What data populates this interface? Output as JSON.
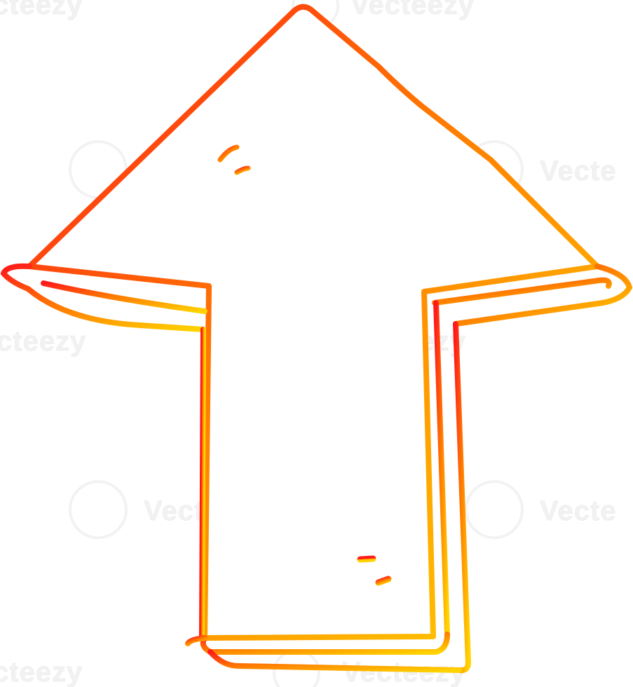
{
  "illustration": {
    "subject": "up-arrow-icon",
    "style": "cartoon line drawing",
    "colors": {
      "gradient_start": "#ff1a1a",
      "gradient_mid": "#ff7a00",
      "gradient_end": "#ffd400",
      "fill": "#ffffff",
      "background": "#ffffff"
    }
  },
  "watermark": {
    "text": "Vecteezy",
    "partial_text_left": "cteezy",
    "partial_text_right": "Vecte"
  }
}
